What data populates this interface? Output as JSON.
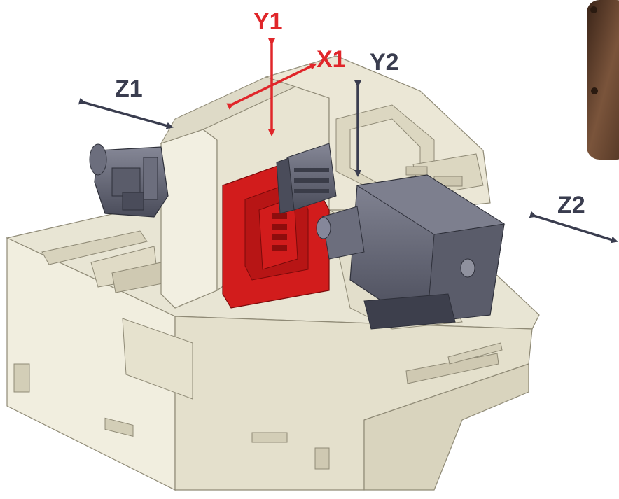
{
  "labels": {
    "y1": "Y1",
    "x1": "X1",
    "y2": "Y2",
    "z1": "Z1",
    "z2": "Z2"
  },
  "colors": {
    "background": "#ffffff",
    "base_light": "#eeebdd",
    "base_mid": "#dedac7",
    "base_shadow": "#c8c3ac",
    "base_outline": "#8f8a76",
    "carriage_red": "#d21c1c",
    "carriage_red_dark": "#9c1010",
    "spindle_gray": "#5d5f6f",
    "spindle_gray_dark": "#3d3f4c",
    "spindle_gray_light": "#80828f",
    "axis_red": "#e0262a",
    "axis_dark": "#3a3d4f",
    "photo_inset": "#6b4a35"
  }
}
